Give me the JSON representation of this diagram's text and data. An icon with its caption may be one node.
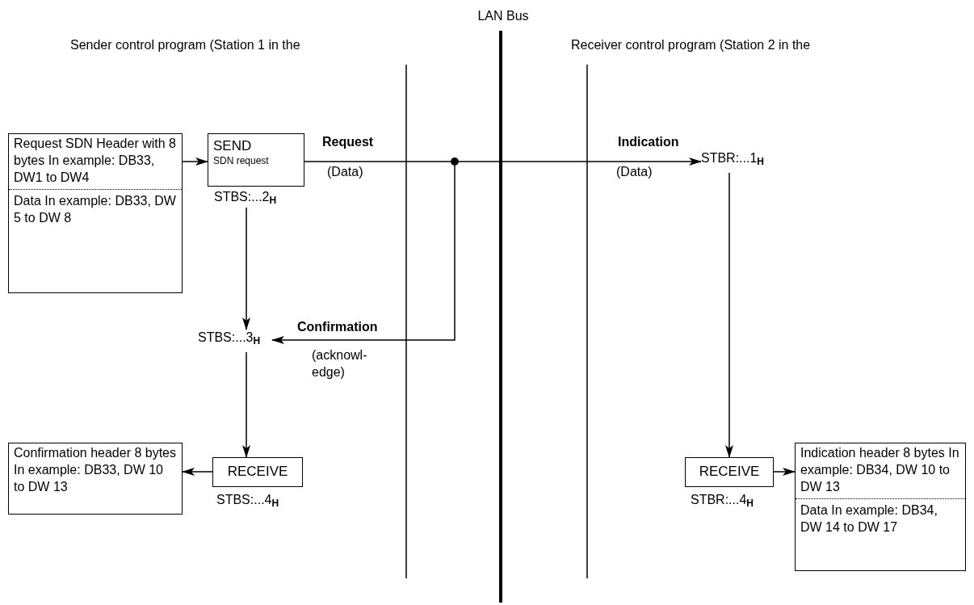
{
  "diagram": {
    "nodes": [
      {
        "text": [
          "Request SDN Header with 8 bytes In example: DB33, DW1 to DW4",
          "Data In example: DB33, DW 5 to DW 8"
        ]
      },
      {
        "text": [
          "SEND",
          "SDN request"
        ],
        "beside": [
          "STBS:...2$_{H}$"
        ]
      },
      {
        "text": [
          "STBS:...3$_{H}$"
        ]
      },
      {
        "text": [
          "RECEIVE"
        ],
        "beside": [
          "STBS:...4$_{H}$"
        ]
      },
      {
        "text": [
          "Confirmation header 8 bytes In example: DB33, DW 10 to DW 13"
        ]
      },
      {
        "text": [],
        "shape": "circle"
      },
      {
        "text": [
          "STBR:...1$_{H}$"
        ]
      },
      {
        "text": [
          "RECEIVE"
        ],
        "beside": [
          "STBR:...4$_{H}$"
        ]
      },
      {
        "text": [
          "Indication header 8 bytes In example: DB34, DW 10 to DW 13",
          "Data In example: DB34, DW 14 to DW 17"
        ]
      }
    ],
    "edges": [
      {
        "from": 0,
        "to": 1,
        "arrow": "to"
      },
      {
        "from": 1,
        "to": 2,
        "arrow": "to"
      },
      {
        "from": 2,
        "to": 3,
        "arrow": "to"
      },
      {
        "from": 3,
        "to": 4,
        "arrow": "to"
      },
      {
        "from": 1,
        "to": 5,
        "arrow": "none",
        "label": "Request"
      },
      {
        "from": 5,
        "to": 6,
        "arrow": "to",
        "label": "Indication"
      },
      {
        "from": 5,
        "to": 2,
        "arrow": "to",
        "label": "Confirmation"
      },
      {
        "from": 6,
        "to": 7,
        "arrow": "to"
      },
      {
        "from": 7,
        "to": 8,
        "arrow": "to"
      }
    ],
    "labels": [
      "LAN Bus",
      "Sender control program (Station 1 in the",
      "Receiver control program (Station 2 in the",
      "(Data)",
      "(Data)",
      "(acknowl- edge)"
    ]
  }
}
